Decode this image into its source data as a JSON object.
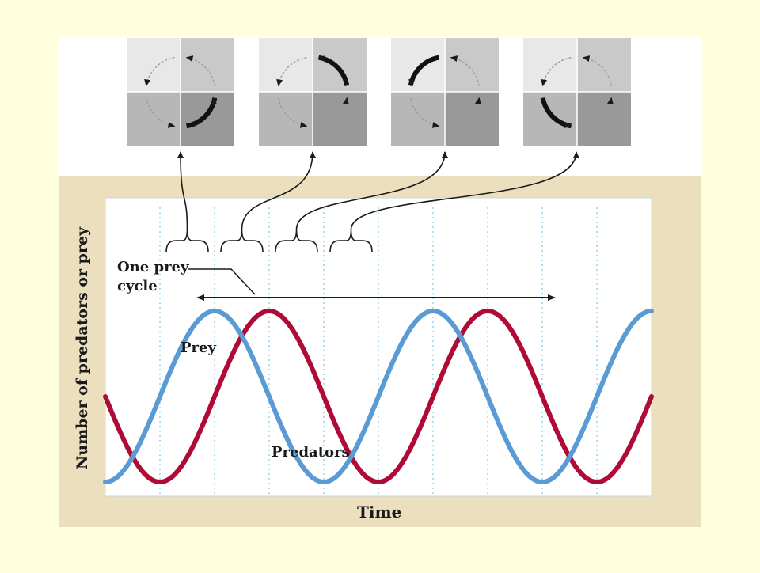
{
  "labels": {
    "y_axis": "Number of predators or prey",
    "x_axis": "Time",
    "cycle_line1": "One prey",
    "cycle_line2": "cycle",
    "prey": "Prey",
    "predators": "Predators"
  },
  "colors": {
    "page_background": "#ffffe0",
    "frame": "#ecdfbd",
    "plot_background": "#ffffff",
    "prey": "#5b9bd5",
    "predators": "#b00a36",
    "grid": "#8fd0e6",
    "arrow": "#1a1a1a"
  },
  "chart_data": {
    "type": "line",
    "x_axis": "Time",
    "y_axis": "Number of predators or prey",
    "x": [
      0,
      0.125,
      0.25,
      0.375,
      0.5,
      0.625,
      0.75,
      0.875,
      1.0,
      1.125,
      1.25,
      1.375,
      1.5,
      1.625,
      1.75,
      1.875,
      2.0,
      2.125,
      2.25,
      2.375,
      2.5
    ],
    "series": [
      {
        "name": "Prey",
        "values": [
          0.0,
          0.15,
          0.5,
          0.85,
          1.0,
          0.85,
          0.5,
          0.15,
          0.0,
          0.15,
          0.5,
          0.85,
          1.0,
          0.85,
          0.5,
          0.15,
          0.0,
          0.15,
          0.5,
          0.85,
          1.0
        ]
      },
      {
        "name": "Predators",
        "values": [
          0.5,
          0.15,
          0.0,
          0.15,
          0.5,
          0.85,
          1.0,
          0.85,
          0.5,
          0.15,
          0.0,
          0.15,
          0.5,
          0.85,
          1.0,
          0.85,
          0.5,
          0.15,
          0.0,
          0.15,
          0.5
        ]
      }
    ],
    "grid": "vertical dotted lines at quarter cycles",
    "annotation": "One prey cycle spans one full prey period"
  },
  "phase_panels": [
    {
      "active": "bottom-right"
    },
    {
      "active": "top-right"
    },
    {
      "active": "top-left"
    },
    {
      "active": "bottom-left"
    }
  ]
}
